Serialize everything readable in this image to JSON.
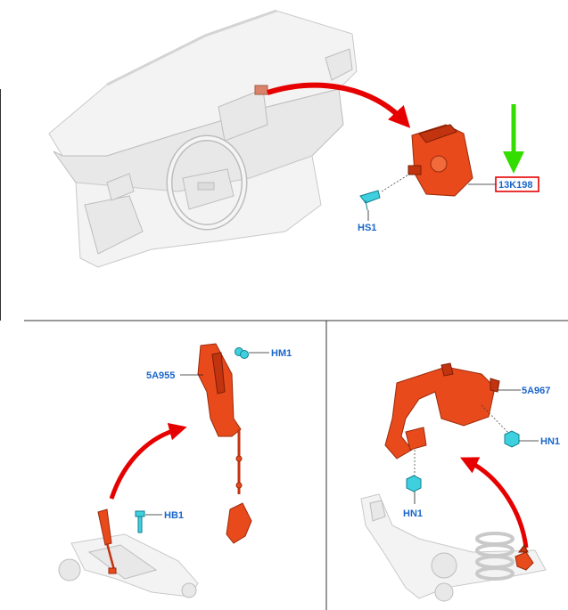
{
  "labels": {
    "part_13k198": "13K198",
    "hs1": "HS1",
    "hm1": "HM1",
    "part_5a955": "5A955",
    "hb1": "HB1",
    "part_5a967": "5A967",
    "hn1_right": "HN1",
    "hn1_left": "HN1"
  },
  "colors": {
    "part": "#e84a1c",
    "fastener": "#3fd0e0",
    "label": "#1a66c9",
    "arrow_red": "#e60000",
    "arrow_green": "#33dd00",
    "highlight_box": "#e60000"
  }
}
